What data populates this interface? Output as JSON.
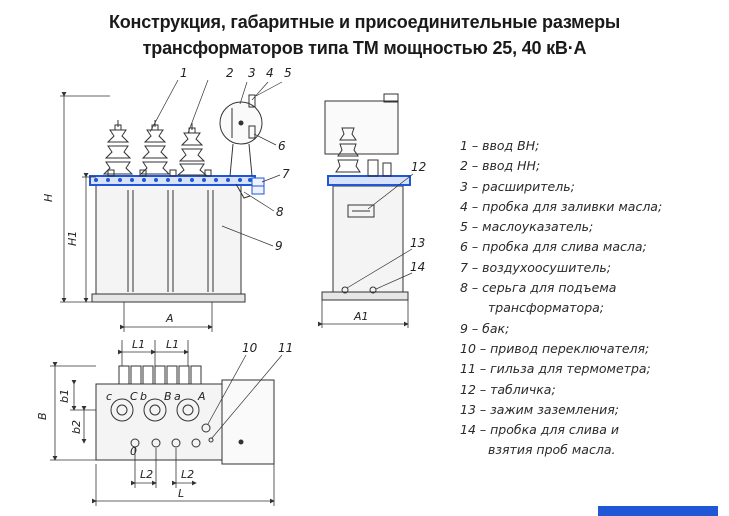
{
  "title": {
    "line1": "Конструкция, габаритные и присоединительные размеры",
    "line2": "трансформаторов типа ТМ мощностью 25, 40 кВ·А"
  },
  "callouts": {
    "c1": "1",
    "c2": "2",
    "c3": "3",
    "c4": "4",
    "c5": "5",
    "c6": "6",
    "c7": "7",
    "c8": "8",
    "c9": "9",
    "c10": "10",
    "c11": "11",
    "c12": "12",
    "c13": "13",
    "c14": "14"
  },
  "dimensions": {
    "H": "H",
    "H1": "H1",
    "A": "A",
    "A1": "A1",
    "L1a": "L1",
    "L1b": "L1",
    "B": "B",
    "b1": "b1",
    "b2": "b2",
    "L2a": "L2",
    "L2b": "L2",
    "L": "L"
  },
  "bushing_marks": {
    "c": "c",
    "b": "b",
    "a": "a",
    "C": "C",
    "B": "B",
    "A": "A",
    "zero": "0"
  },
  "legend": [
    {
      "text": "1 – ввод ВН;"
    },
    {
      "text": "2 – ввод НН;"
    },
    {
      "text": "3 – расширитель;"
    },
    {
      "text": "4 – пробка для заливки масла;"
    },
    {
      "text": "5 – маслоуказатель;"
    },
    {
      "text": "6 – пробка для слива масла;"
    },
    {
      "text": "7 – воздухоосушитель;"
    },
    {
      "text": "8 – серьга для подъема"
    },
    {
      "text": "трансформатора;"
    },
    {
      "text": "9 – бак;"
    },
    {
      "text": "10 – привод переключателя;"
    },
    {
      "text": "11 – гильза для термометра;"
    },
    {
      "text": "12 – табличка;"
    },
    {
      "text": "13 – зажим заземления;"
    },
    {
      "text": "14 – пробка для слива и"
    },
    {
      "text": "взятия проб масла."
    }
  ],
  "colors": {
    "line": "#333333",
    "blue_accent": "#1f57d6",
    "tank_fill": "#f4f4f4"
  }
}
